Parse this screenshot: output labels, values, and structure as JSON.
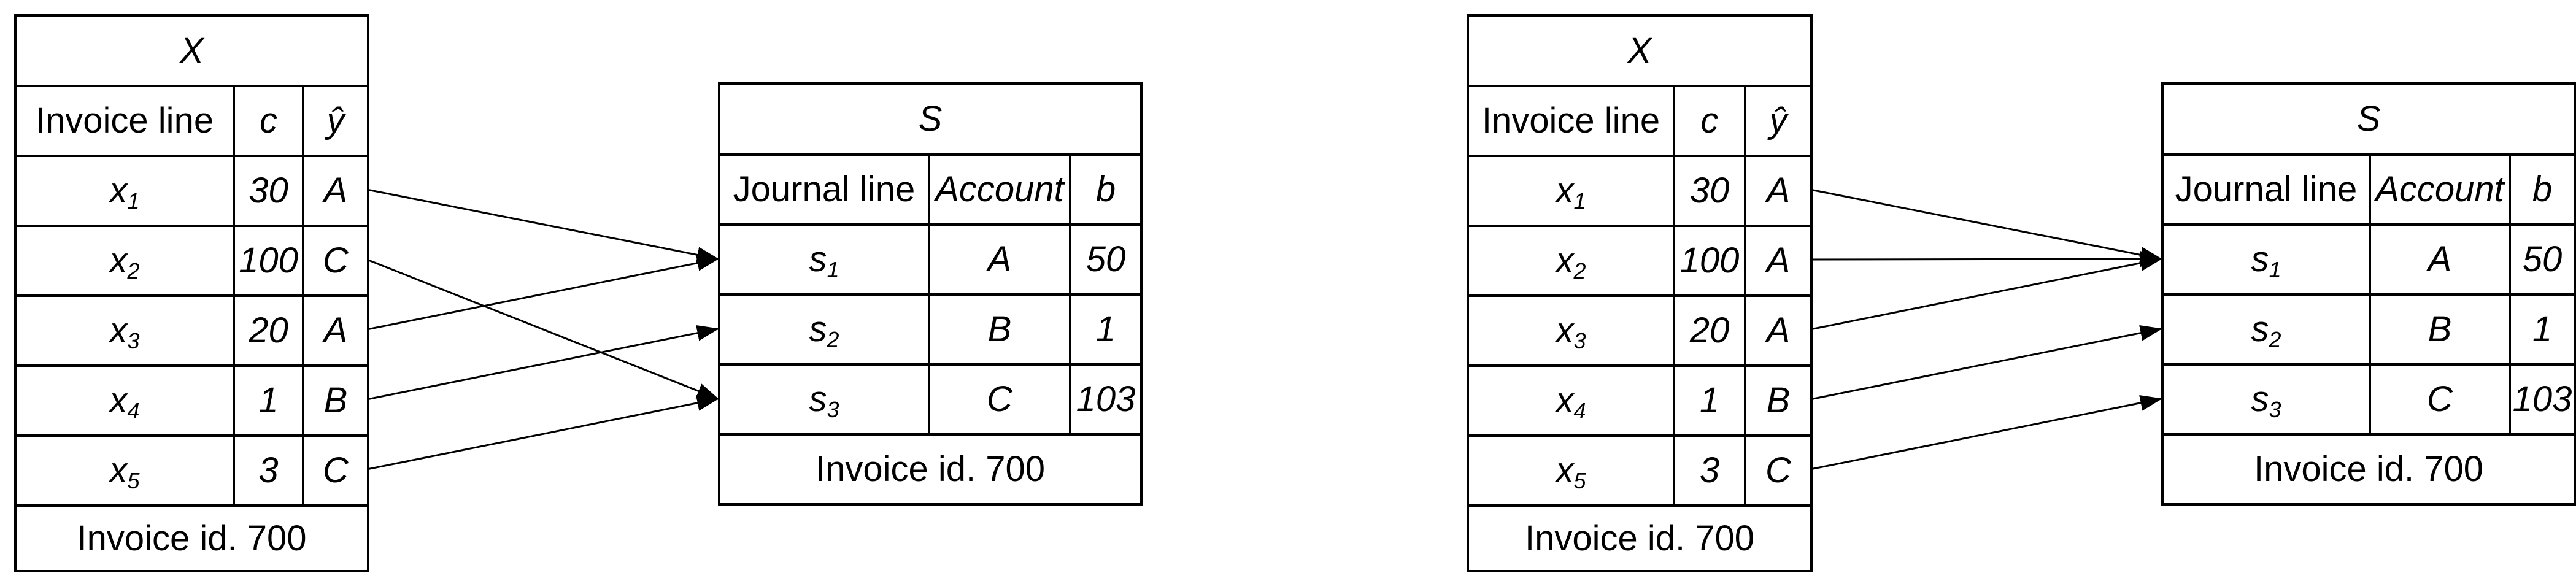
{
  "colors": {
    "border": "#000000",
    "arrow": "#000000",
    "background": "#ffffff",
    "text": "#000000"
  },
  "left_diagram": {
    "invoice_table": {
      "title": "X",
      "headers": {
        "line": "Invoice line",
        "amount": "c",
        "label": "ŷ"
      },
      "rows": [
        {
          "id_base": "x",
          "id_sub": "1",
          "c": "30",
          "y_hat": "A"
        },
        {
          "id_base": "x",
          "id_sub": "2",
          "c": "100",
          "y_hat": "C"
        },
        {
          "id_base": "x",
          "id_sub": "3",
          "c": "20",
          "y_hat": "A"
        },
        {
          "id_base": "x",
          "id_sub": "4",
          "c": "1",
          "y_hat": "B"
        },
        {
          "id_base": "x",
          "id_sub": "5",
          "c": "3",
          "y_hat": "C"
        }
      ],
      "footer": "Invoice id. 700"
    },
    "journal_table": {
      "title": "S",
      "headers": {
        "line": "Journal line",
        "account": "Account",
        "amount": "b"
      },
      "rows": [
        {
          "id_base": "s",
          "id_sub": "1",
          "account": "A",
          "b": "50"
        },
        {
          "id_base": "s",
          "id_sub": "2",
          "account": "B",
          "b": "1"
        },
        {
          "id_base": "s",
          "id_sub": "3",
          "account": "C",
          "b": "103"
        }
      ],
      "footer": "Invoice id. 700"
    },
    "arrows": [
      {
        "from_row": 0,
        "to_row": 0
      },
      {
        "from_row": 1,
        "to_row": 2
      },
      {
        "from_row": 2,
        "to_row": 0
      },
      {
        "from_row": 3,
        "to_row": 1
      },
      {
        "from_row": 4,
        "to_row": 2
      }
    ]
  },
  "right_diagram": {
    "invoice_table": {
      "title": "X",
      "headers": {
        "line": "Invoice line",
        "amount": "c",
        "label": "ŷ"
      },
      "rows": [
        {
          "id_base": "x",
          "id_sub": "1",
          "c": "30",
          "y_hat": "A"
        },
        {
          "id_base": "x",
          "id_sub": "2",
          "c": "100",
          "y_hat": "A"
        },
        {
          "id_base": "x",
          "id_sub": "3",
          "c": "20",
          "y_hat": "A"
        },
        {
          "id_base": "x",
          "id_sub": "4",
          "c": "1",
          "y_hat": "B"
        },
        {
          "id_base": "x",
          "id_sub": "5",
          "c": "3",
          "y_hat": "C"
        }
      ],
      "footer": "Invoice id. 700"
    },
    "journal_table": {
      "title": "S",
      "headers": {
        "line": "Journal line",
        "account": "Account",
        "amount": "b"
      },
      "rows": [
        {
          "id_base": "s",
          "id_sub": "1",
          "account": "A",
          "b": "50"
        },
        {
          "id_base": "s",
          "id_sub": "2",
          "account": "B",
          "b": "1"
        },
        {
          "id_base": "s",
          "id_sub": "3",
          "account": "C",
          "b": "103"
        }
      ],
      "footer": "Invoice id. 700"
    },
    "arrows": [
      {
        "from_row": 0,
        "to_row": 0
      },
      {
        "from_row": 1,
        "to_row": 0
      },
      {
        "from_row": 2,
        "to_row": 0
      },
      {
        "from_row": 3,
        "to_row": 1
      },
      {
        "from_row": 4,
        "to_row": 2
      }
    ]
  }
}
